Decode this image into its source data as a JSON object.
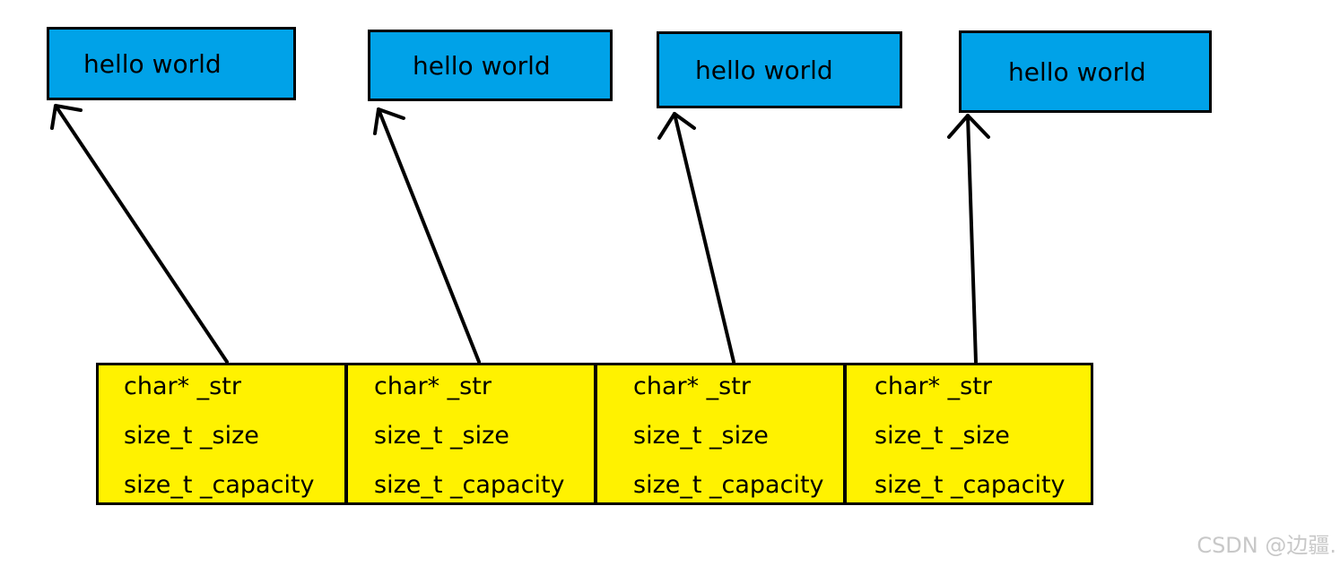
{
  "heap_blocks": [
    {
      "text": "hello world"
    },
    {
      "text": "hello world"
    },
    {
      "text": "hello world"
    },
    {
      "text": "hello world"
    }
  ],
  "string_objects": [
    {
      "fields": [
        "char* _str",
        "size_t _size",
        "size_t _capacity"
      ]
    },
    {
      "fields": [
        "char* _str",
        "size_t _size",
        "size_t _capacity"
      ]
    },
    {
      "fields": [
        "char* _str",
        "size_t _size",
        "size_t _capacity"
      ]
    },
    {
      "fields": [
        "char* _str",
        "size_t _size",
        "size_t _capacity"
      ]
    }
  ],
  "colors": {
    "heap_block": "#00a2e8",
    "string_object": "#fff200",
    "outline": "#000000"
  },
  "watermark": "CSDN @边疆."
}
